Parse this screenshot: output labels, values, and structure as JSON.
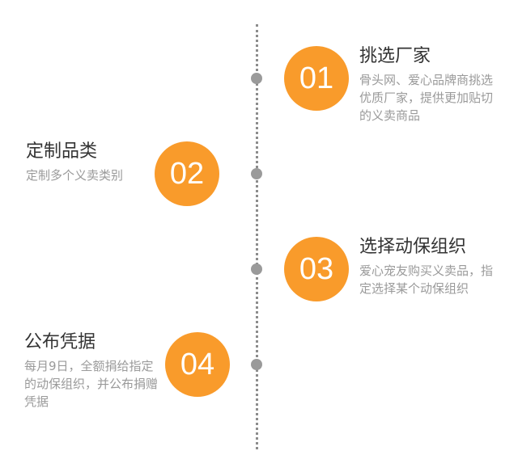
{
  "steps": [
    {
      "number": "01",
      "title": "挑选厂家",
      "description": "骨头网、爱心品牌商挑选优质厂家，提供更加贴切的义卖商品"
    },
    {
      "number": "02",
      "title": "定制品类",
      "description": "定制多个义卖类别"
    },
    {
      "number": "03",
      "title": "选择动保组织",
      "description": "爱心宠友购买义卖品，指定选择某个动保组织"
    },
    {
      "number": "04",
      "title": "公布凭据",
      "description": "每月9日，全额捐给指定的动保组织，并公布捐赠凭据"
    }
  ],
  "colors": {
    "accent": "#f99b2b",
    "timeline": "#8c8c8c",
    "title": "#333333",
    "description": "#9a9a9a"
  }
}
